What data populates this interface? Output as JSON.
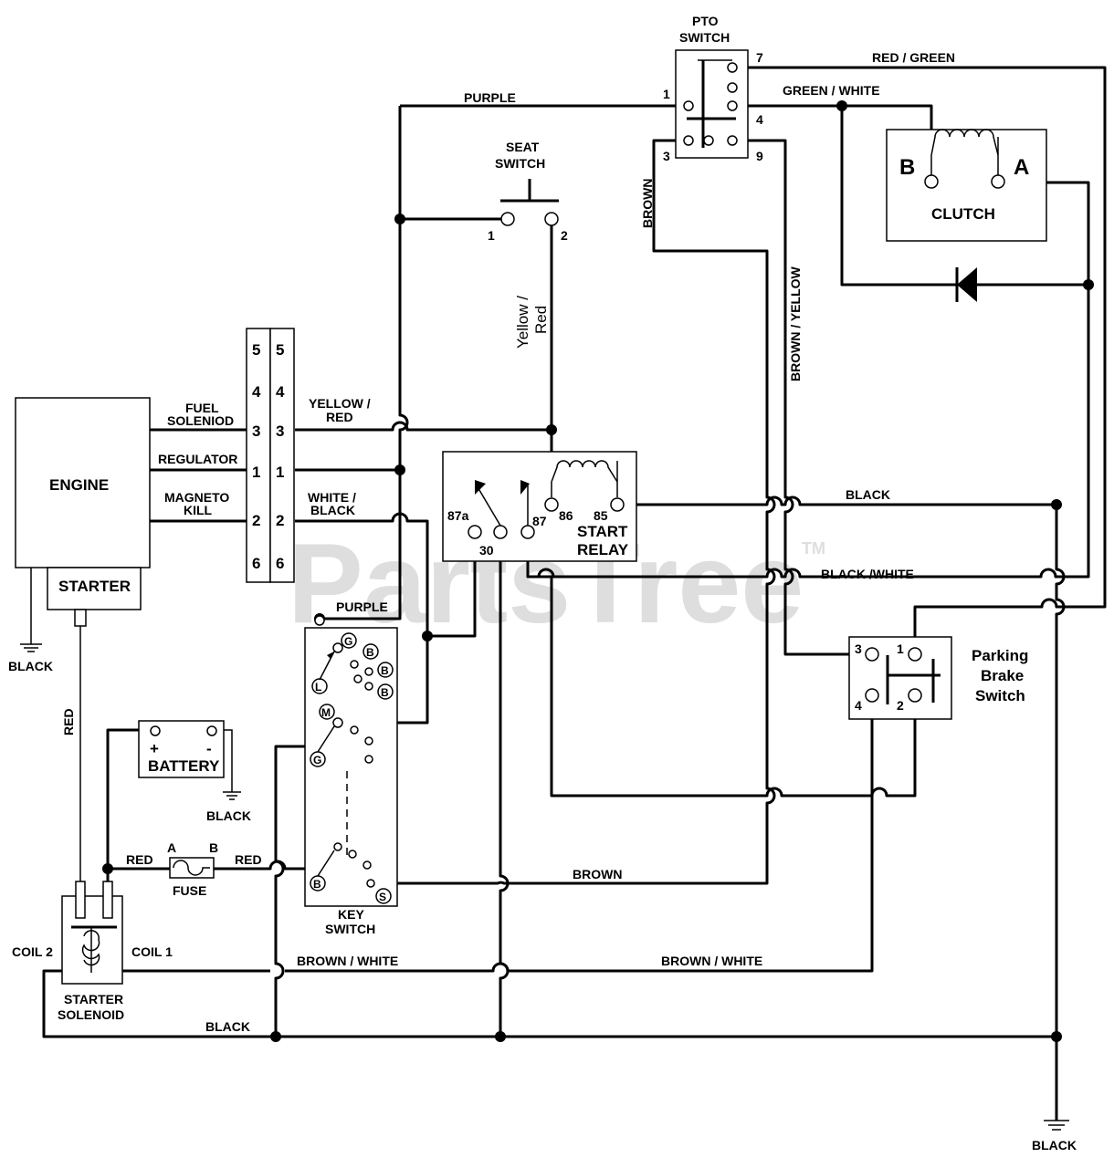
{
  "watermark": {
    "text": "PartsTree",
    "tm": "TM"
  },
  "components": {
    "engine": "ENGINE",
    "starter": "STARTER",
    "pto_switch": [
      "PTO",
      "SWITCH"
    ],
    "seat_switch": [
      "SEAT",
      "SWITCH"
    ],
    "clutch": "CLUTCH",
    "clutch_b": "B",
    "clutch_a": "A",
    "start_relay": [
      "START",
      "RELAY"
    ],
    "battery": "BATTERY",
    "battery_plus": "+",
    "battery_minus": "-",
    "fuse": "FUSE",
    "fuse_a": "A",
    "fuse_b": "B",
    "key_switch": [
      "KEY",
      "SWITCH"
    ],
    "starter_solenoid": [
      "STARTER",
      "SOLENOID"
    ],
    "coil1": "COIL 1",
    "coil2": "COIL 2",
    "parking_brake": [
      "Parking",
      "Brake",
      "Switch"
    ]
  },
  "engine_connections": {
    "fuel": [
      "FUEL",
      "SOLENIOD"
    ],
    "regulator": "REGULATOR",
    "magneto": [
      "MAGNETO",
      "KILL"
    ]
  },
  "connector_pins": {
    "left": [
      "5",
      "4",
      "3",
      "1",
      "2",
      "6"
    ],
    "right": [
      "5",
      "4",
      "3",
      "1",
      "2",
      "6"
    ]
  },
  "terminals": {
    "pto": {
      "t1": "1",
      "t3": "3",
      "t4": "4",
      "t7": "7",
      "t9": "9"
    },
    "seat": {
      "t1": "1",
      "t2": "2"
    },
    "relay": {
      "t87a": "87a",
      "t30": "30",
      "t87": "87",
      "t86": "86",
      "t85": "85"
    },
    "brake": {
      "t1": "1",
      "t2": "2",
      "t3": "3",
      "t4": "4"
    },
    "key": {
      "g1": "G",
      "b1": "B",
      "b2": "B",
      "b3": "B",
      "l": "L",
      "m": "M",
      "g2": "G",
      "b4": "B",
      "s": "S"
    }
  },
  "wire_labels": {
    "red_green": "RED / GREEN",
    "purple_top": "PURPLE",
    "green_white": "GREEN / WHITE",
    "brown_vert": "BROWN",
    "brown_yellow": "BROWN / YELLOW",
    "yellow_red_vert": [
      "Yellow /",
      "Red"
    ],
    "yellow_red": [
      "YELLOW /",
      "RED"
    ],
    "white_black": [
      "WHITE /",
      "BLACK"
    ],
    "black_mid": "BLACK",
    "black_white": "BLACK /WHITE",
    "purple_low": "PURPLE",
    "black_engine": "BLACK",
    "red_vert": "RED",
    "black_battery": "BLACK",
    "red_fuse_left": "RED",
    "red_fuse_right": "RED",
    "brown_bottom": "BROWN",
    "brown_white_left": "BROWN / WHITE",
    "brown_white_right": "BROWN / WHITE",
    "black_bottom": "BLACK",
    "black_ground": "BLACK"
  }
}
